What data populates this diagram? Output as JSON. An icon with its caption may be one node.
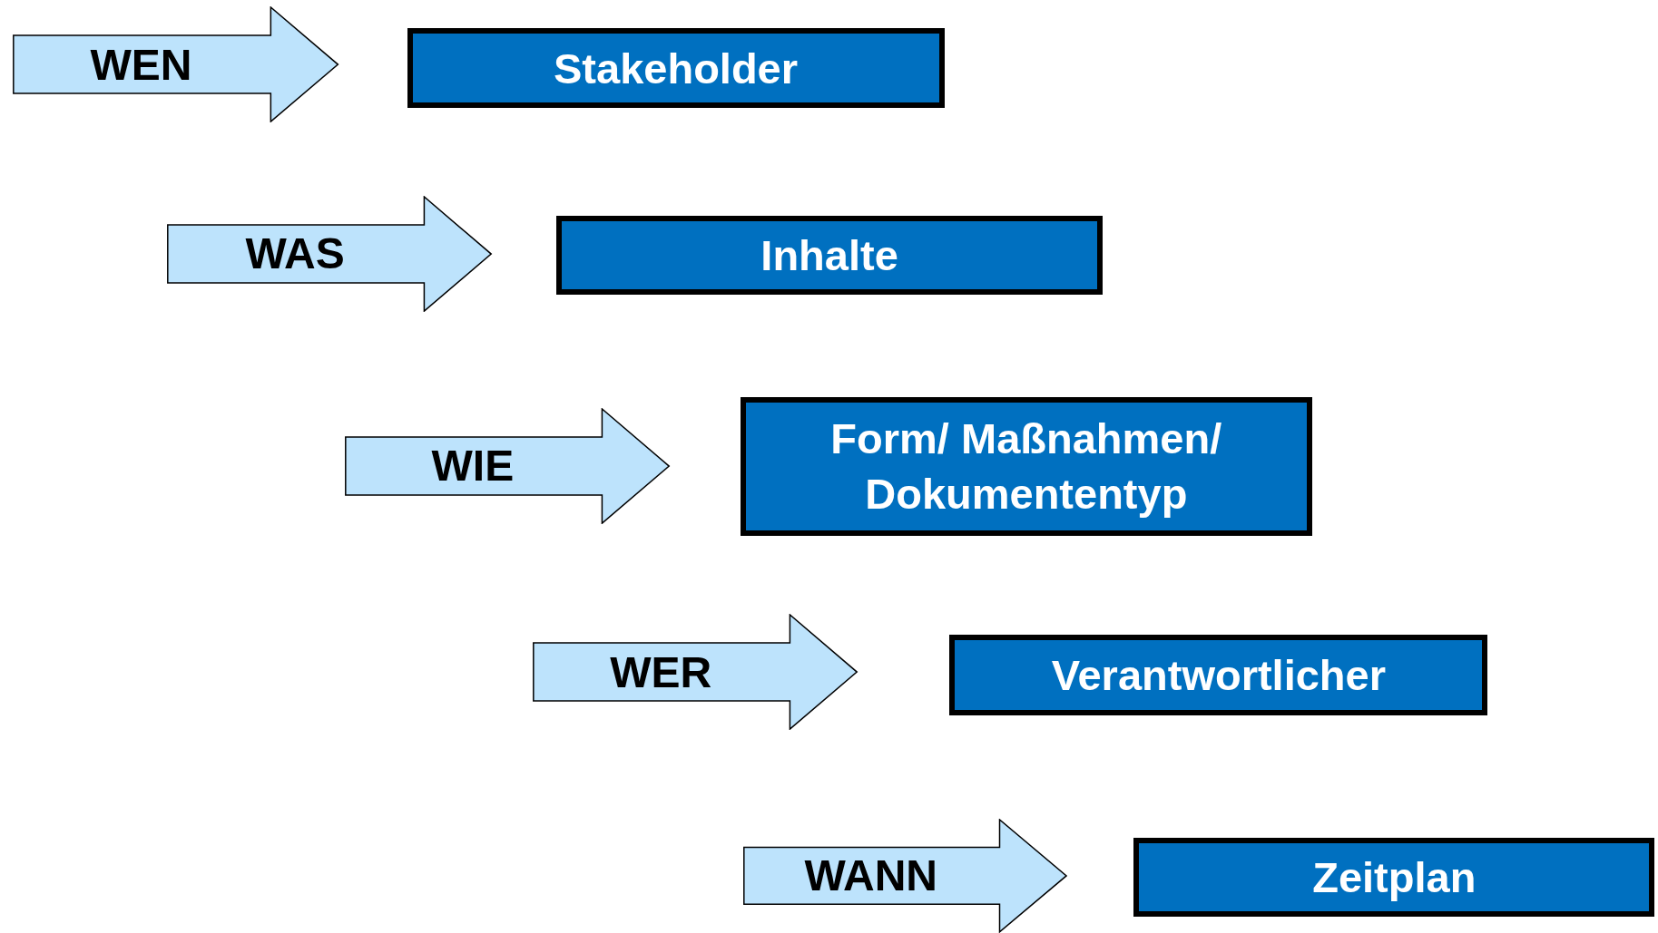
{
  "diagram": {
    "nodes": [
      {
        "text": [
          "WEN"
        ]
      },
      {
        "text": [
          "Stakeholder"
        ]
      },
      {
        "text": [
          "WAS"
        ]
      },
      {
        "text": [
          "Inhalte"
        ]
      },
      {
        "text": [
          "WIE"
        ]
      },
      {
        "text": [
          "Form/ Maßnahmen/ Dokumententyp"
        ]
      },
      {
        "text": [
          "WER"
        ]
      },
      {
        "text": [
          "Verantwortlicher"
        ]
      },
      {
        "text": [
          "WANN"
        ]
      },
      {
        "text": [
          "Zeitplan"
        ]
      }
    ]
  }
}
